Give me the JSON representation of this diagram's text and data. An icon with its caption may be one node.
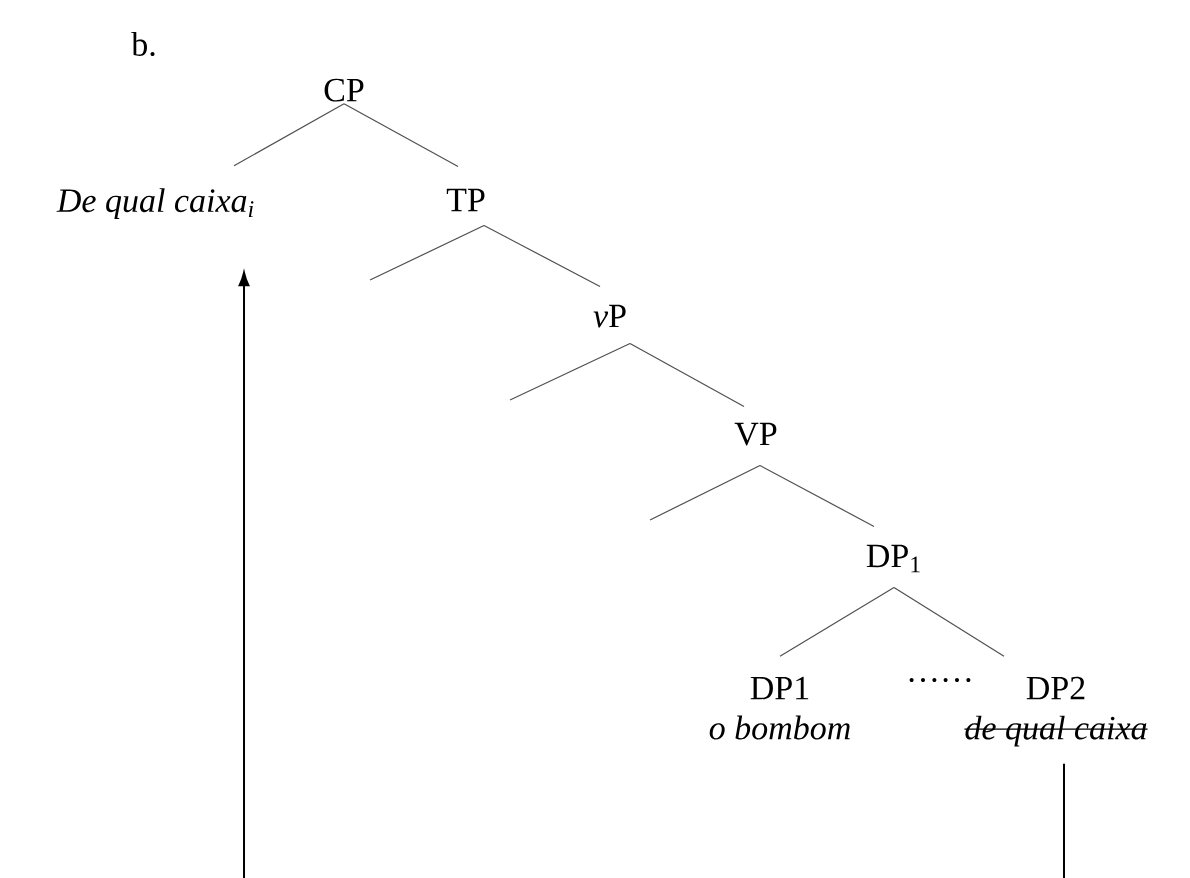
{
  "diagram": {
    "nodes": [
      {
        "text": [
          "CP"
        ]
      },
      {
        "text": [
          "De qual caixa$_{i}$"
        ]
      },
      {
        "text": [
          "TP"
        ]
      },
      {
        "text": [
          "\\textit{v}\\textrm{P}"
        ]
      },
      {
        "text": [
          "VP"
        ]
      },
      {
        "text": [
          "DP$_{1}$"
        ]
      },
      {
        "text": [
          "DP1",
          "o bombom"
        ]
      },
      {
        "text": [
          "DP2",
          "de qual caixa"
        ]
      }
    ],
    "edges": [
      {
        "from": 0,
        "to": 1,
        "arrow": "none"
      },
      {
        "from": 0,
        "to": 2,
        "arrow": "none"
      },
      {
        "from": 2,
        "to": null,
        "arrow": "none"
      },
      {
        "from": 2,
        "to": 3,
        "arrow": "none"
      },
      {
        "from": 3,
        "to": null,
        "arrow": "none"
      },
      {
        "from": 3,
        "to": 4,
        "arrow": "none"
      },
      {
        "from": 4,
        "to": null,
        "arrow": "none"
      },
      {
        "from": 4,
        "to": 5,
        "arrow": "none"
      },
      {
        "from": 5,
        "to": 6,
        "arrow": "none"
      },
      {
        "from": 5,
        "to": 7,
        "arrow": "none"
      },
      {
        "from": 7,
        "to": 1,
        "arrow": "to"
      }
    ],
    "labels": [
      "b.",
      "……"
    ]
  }
}
